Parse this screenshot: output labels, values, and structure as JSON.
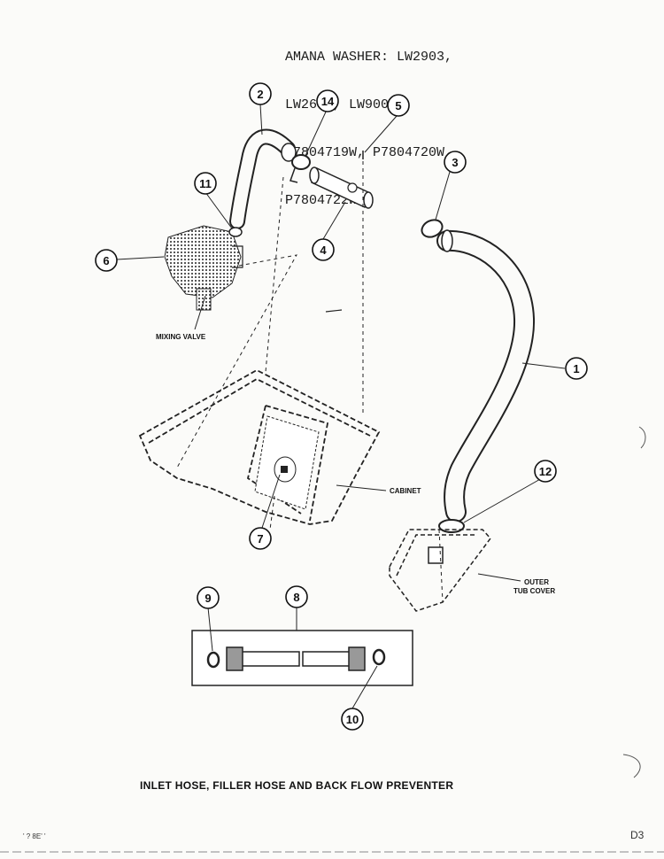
{
  "header": {
    "lines": [
      "AMANA WASHER: LW2903,",
      "LW2603, LW9003,",
      "P7804719W, P7804720W,",
      "P7804722W"
    ]
  },
  "callouts": [
    "1",
    "2",
    "3",
    "4",
    "5",
    "6",
    "7",
    "8",
    "9",
    "10",
    "11",
    "12",
    "14"
  ],
  "labels": {
    "mixing_valve": "MIXING VALVE",
    "cabinet": "CABINET",
    "outer_tub_cover_1": "OUTER",
    "outer_tub_cover_2": "TUB COVER"
  },
  "caption": "INLET HOSE, FILLER HOSE AND BACK FLOW PREVENTER",
  "corner_marks": {
    "bottom_left": "' ? 8E' '",
    "bottom_right": "D3"
  },
  "colors": {
    "ink": "#111111",
    "paper": "#fbfbf9"
  }
}
